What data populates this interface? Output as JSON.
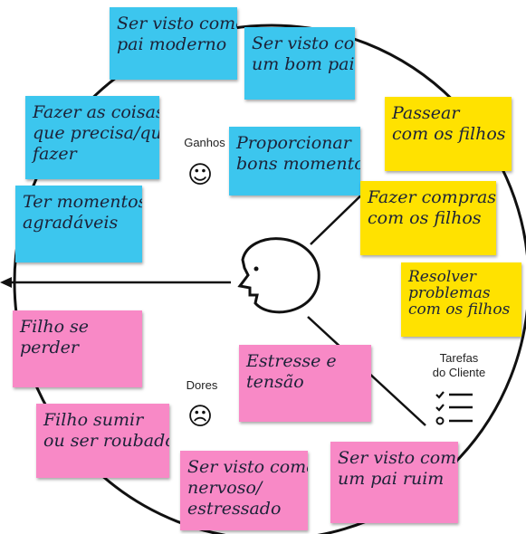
{
  "sections": {
    "gains": {
      "label": "Ganhos",
      "icon": "smile-icon",
      "glyph": "☺"
    },
    "pains": {
      "label": "Dores",
      "icon": "frown-icon",
      "glyph": "☹"
    },
    "jobs": {
      "label_line1": "Tarefas",
      "label_line2": "do Cliente",
      "icon": "checklist-icon"
    }
  },
  "notes": {
    "gains": [
      [
        "Ser visto como",
        "pai moderno"
      ],
      [
        "Ser visto como",
        "um bom pai"
      ],
      [
        "Fazer as coisas",
        "que precisa/quer",
        "fazer"
      ],
      [
        "Proporcionar",
        "bons momentos"
      ],
      [
        "Ter momentos",
        "agradáveis"
      ]
    ],
    "jobs": [
      [
        "Passear",
        "com os filhos"
      ],
      [
        "Fazer compras",
        "com os filhos"
      ],
      [
        "Resolver",
        "problemas",
        "com os filhos"
      ]
    ],
    "pains": [
      [
        "Filho se",
        "perder"
      ],
      [
        "Estresse e",
        "tensão"
      ],
      [
        "Filho sumir",
        "ou ser roubado"
      ],
      [
        "Ser visto como",
        "nervoso/",
        "estressado"
      ],
      [
        "Ser visto como",
        "um pai ruim"
      ]
    ]
  },
  "colors": {
    "gains": "#3cc6ee",
    "jobs": "#ffe200",
    "pains": "#f889c6"
  }
}
